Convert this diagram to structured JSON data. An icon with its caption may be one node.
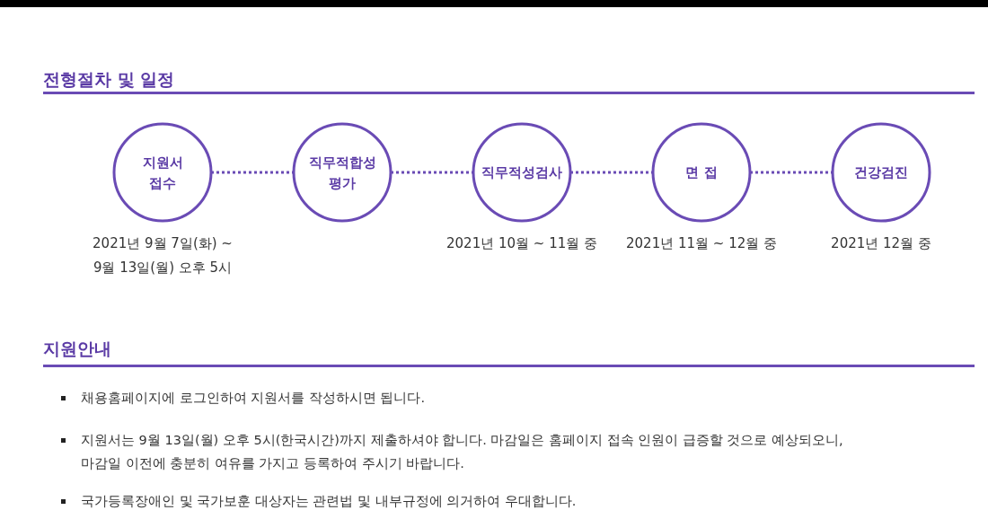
{
  "diagram": {
    "title": "전형절차 및 일정",
    "nodes": [
      {
        "text": [
          "지원서 접수"
        ],
        "beside": [
          "2021년 9월 7일(화) ~ 9월 13일(월) 오후 5시"
        ]
      },
      {
        "text": [
          "직무적합성 평가"
        ]
      },
      {
        "text": [
          "직무적성검사"
        ],
        "beside": [
          "2021년 10월 ~ 11월 중"
        ]
      },
      {
        "text": [
          "면 접"
        ],
        "beside": [
          "2021년 11월 ~ 12월 중"
        ]
      },
      {
        "text": [
          "건강검진"
        ],
        "beside": [
          "2021년 12월 중"
        ]
      }
    ],
    "edges": [
      {
        "from": 0,
        "to": 1,
        "arrow": "none",
        "style": "dashed"
      },
      {
        "from": 1,
        "to": 2,
        "arrow": "none",
        "style": "dashed"
      },
      {
        "from": 2,
        "to": 3,
        "arrow": "none",
        "style": "dashed"
      },
      {
        "from": 3,
        "to": 4,
        "arrow": "none",
        "style": "dashed"
      }
    ],
    "labels": [
      "지원안내",
      "채용홈페이지에 로그인하여 지원서를 작성하시면 됩니다.",
      "지원서는 9월 13일(월) 오후 5시(한국시간)까지 제출하셔야 합니다. 마감일은 홈페이지 접속 인원이 급증할 것으로 예상되오니, 마감일 이전에 충분히 여유를 가지고 등록하여 주시기 바랍니다.",
      "국가등록장애인 및 국가보훈 대상자는 관련법 및 내부규정에 의거하여 우대합니다."
    ]
  }
}
